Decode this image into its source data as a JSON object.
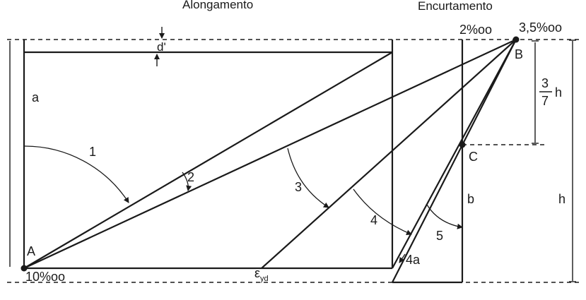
{
  "header": {
    "alongamento": "Alongamento",
    "encurtamento": "Encurtamento"
  },
  "labels": {
    "d_prime": "d'",
    "a": "a",
    "b": "b",
    "h": "h",
    "point_A": "A",
    "point_B": "B",
    "point_C": "C",
    "eps_top": "2%oo",
    "eps_35": "3,5%oo",
    "eps_10": "10%oo",
    "eps_yd_main": "ε",
    "eps_yd_sub": "yd",
    "frac_num": "3",
    "frac_den": "7",
    "frac_h": "h"
  },
  "domains": [
    "1",
    "2",
    "3",
    "4",
    "4a",
    "5"
  ],
  "colors": {
    "ink": "#1a1a1a",
    "background": "#ffffff"
  }
}
